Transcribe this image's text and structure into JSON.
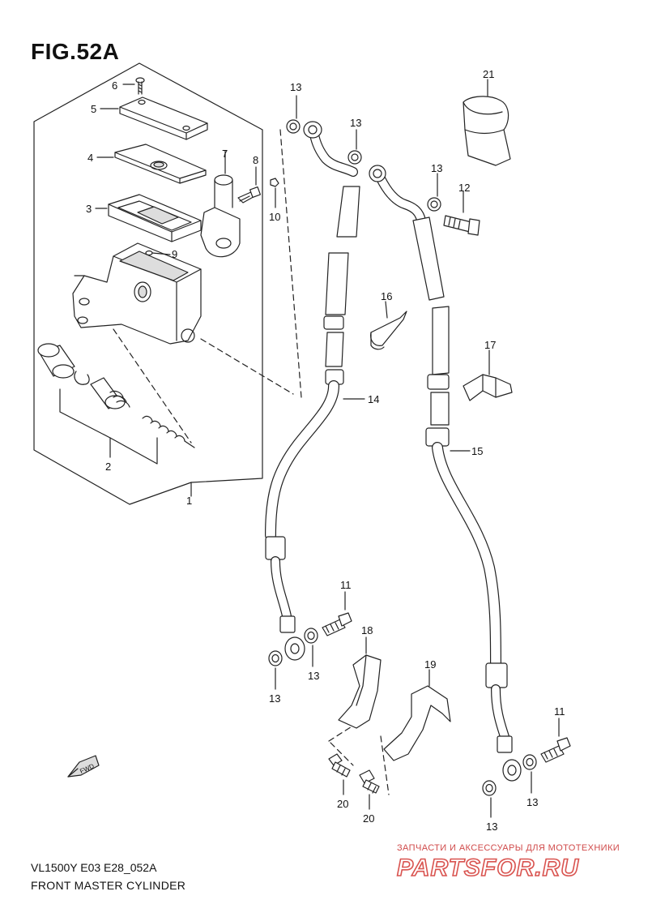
{
  "figure": {
    "title": "FIG.52A"
  },
  "footer": {
    "code": "VL1500Y E03 E28_052A",
    "name": "FRONT MASTER CYLINDER"
  },
  "watermark": {
    "caption": "ЗАПЧАСТИ И АКСЕССУАРЫ ДЛЯ МОТОТЕХНИКИ",
    "logo_text": "PARTSFOR.RU",
    "color": "#d9534f"
  },
  "callouts": {
    "c1": "1",
    "c2": "2",
    "c3": "3",
    "c4": "4",
    "c5": "5",
    "c6": "6",
    "c7": "7",
    "c8": "8",
    "c9": "9",
    "c10": "10",
    "c11a": "11",
    "c11b": "11",
    "c12": "12",
    "c13a": "13",
    "c13b": "13",
    "c13c": "13",
    "c13d": "13",
    "c13e": "13",
    "c13f": "13",
    "c13g": "13",
    "c14": "14",
    "c15": "15",
    "c16": "16",
    "c17": "17",
    "c18": "18",
    "c19": "19",
    "c20a": "20",
    "c20b": "20",
    "c21": "21"
  },
  "fwd_label": "FWD",
  "colors": {
    "line": "#222222",
    "fill": "#ffffff",
    "shade": "#dddddd"
  }
}
